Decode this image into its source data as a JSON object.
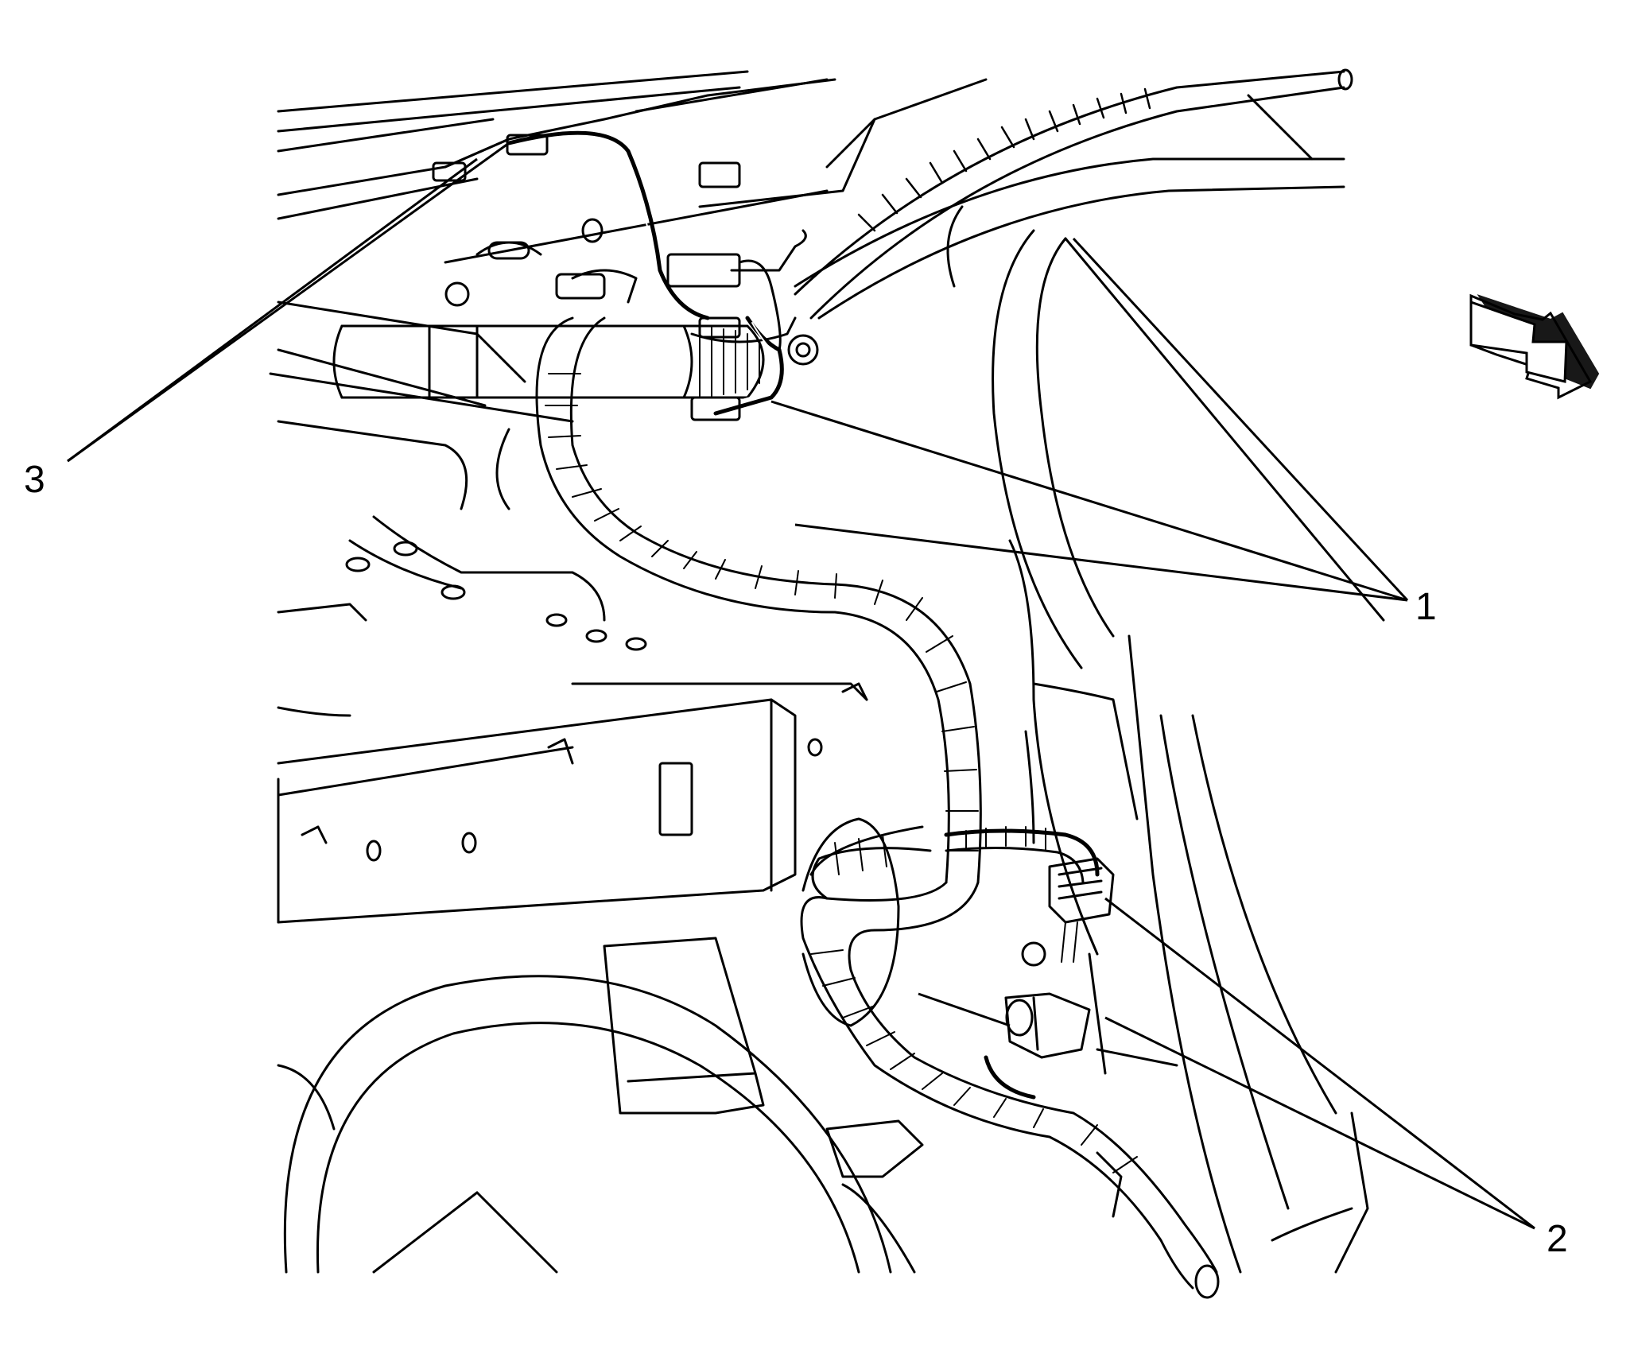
{
  "figure": {
    "callouts": [
      {
        "id": "1",
        "label": "1"
      },
      {
        "id": "2",
        "label": "2"
      },
      {
        "id": "3",
        "label": "3"
      }
    ],
    "colors": {
      "line": "#000000",
      "background": "#ffffff"
    },
    "icons": [
      "direction-arrow-icon",
      "wire-harness",
      "electrical-connector",
      "clip-retainer"
    ]
  }
}
